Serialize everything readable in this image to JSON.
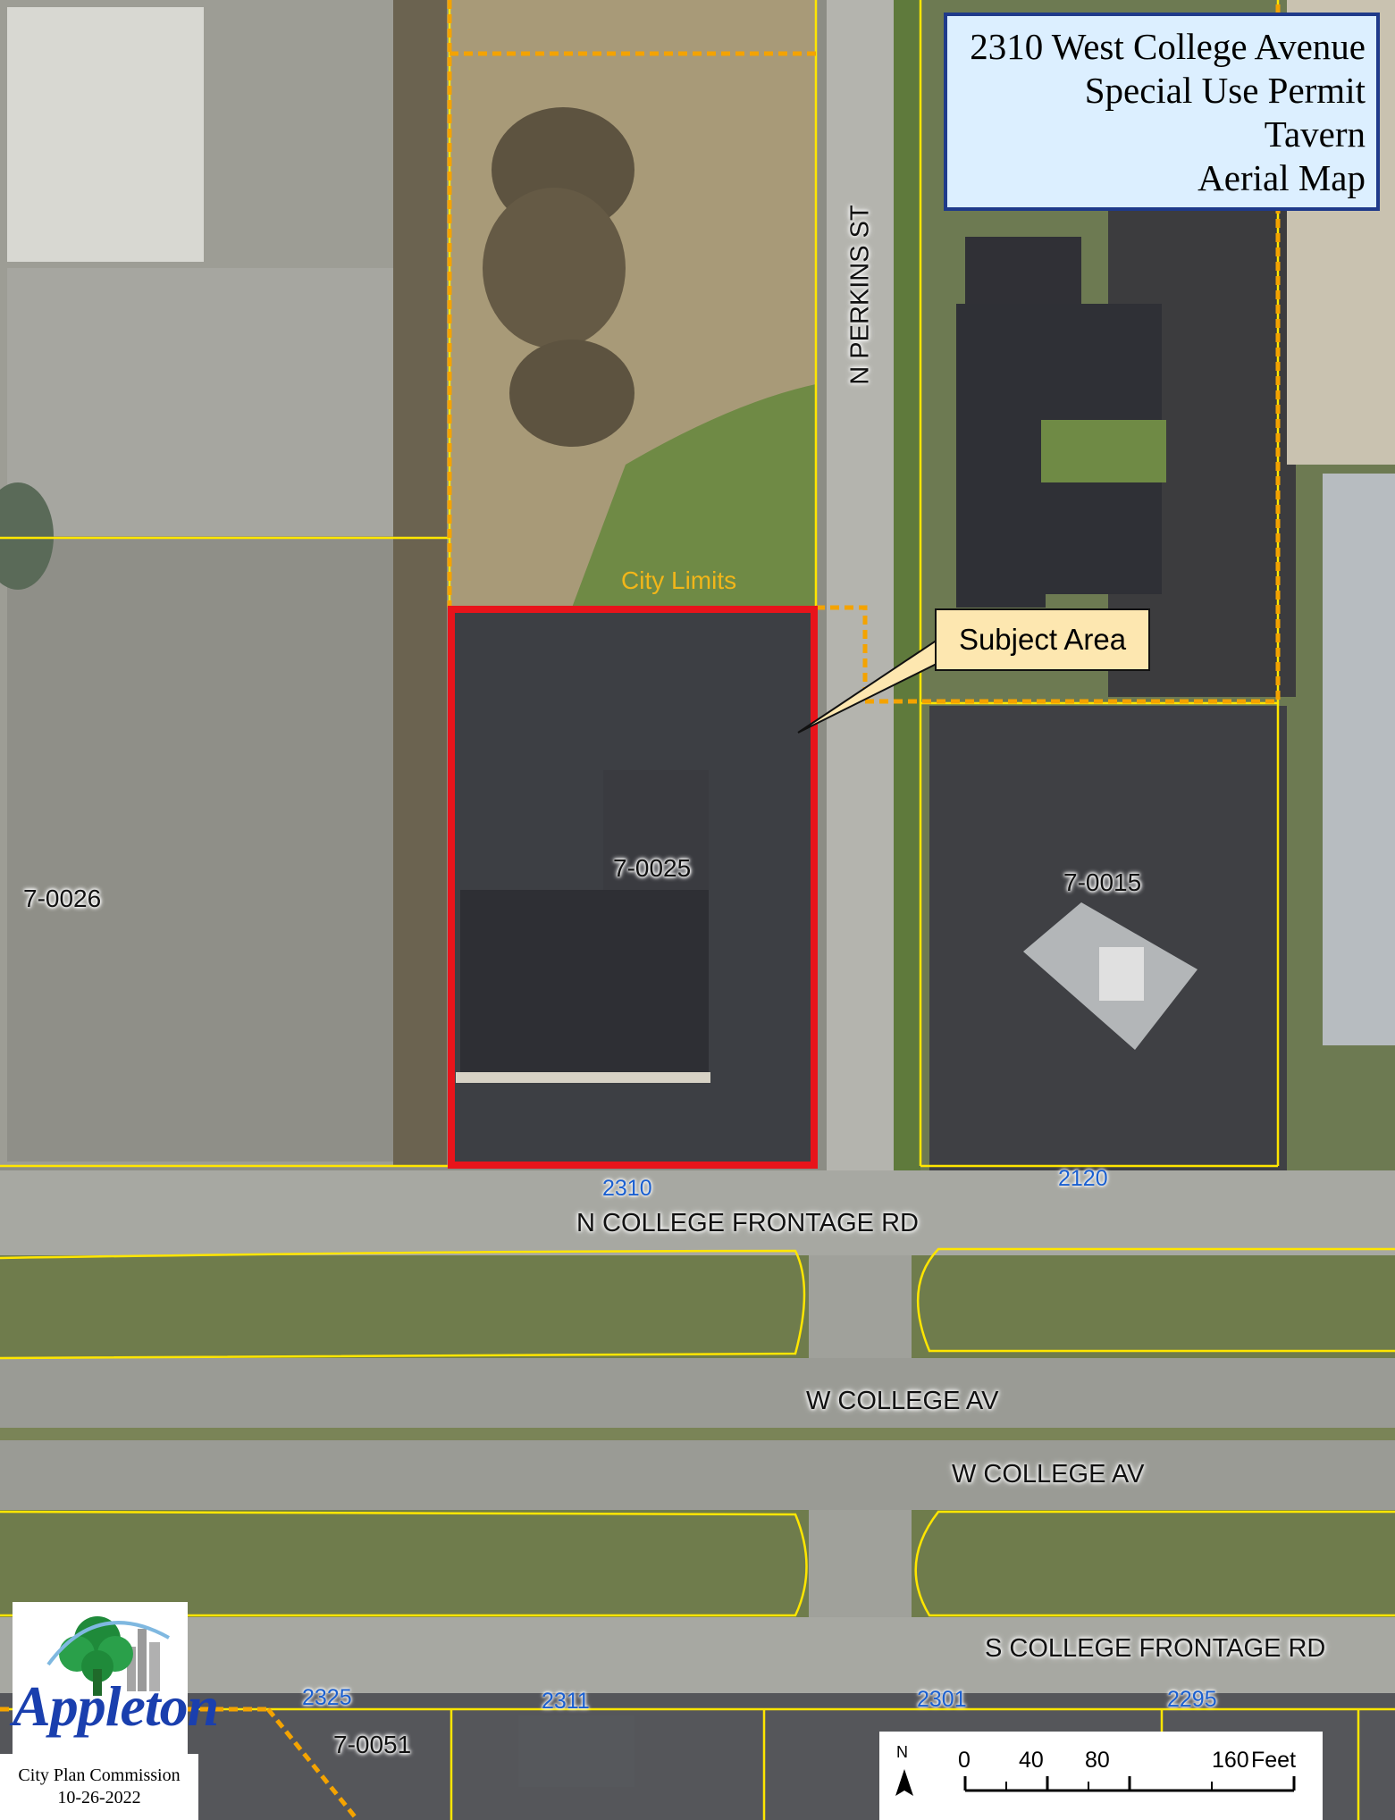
{
  "title": {
    "line1": "2310 West College Avenue",
    "line2": "Special Use Permit",
    "line3": "Tavern",
    "line4": "Aerial Map"
  },
  "roads": {
    "perkins": "N PERKINS ST",
    "north_frontage": "N COLLEGE FRONTAGE RD",
    "college_north": "W COLLEGE AV",
    "college_south": "W COLLEGE AV",
    "south_frontage": "S COLLEGE FRONTAGE RD"
  },
  "parcels": {
    "west": "7-0026",
    "subject": "7-0025",
    "east": "7-0015",
    "southwest": "7-0051"
  },
  "addresses": {
    "subject": "2310",
    "east": "2120",
    "sw": "2325",
    "s1": "2311",
    "s2": "2301",
    "s3": "2295"
  },
  "labels": {
    "city_limits": "City Limits",
    "subject_area": "Subject Area"
  },
  "logo": {
    "name": "Appleton"
  },
  "footer": {
    "commission": "City Plan Commission",
    "date": "10-26-2022"
  },
  "scale": {
    "north": "N",
    "t0": "0",
    "t1": "40",
    "t2": "80",
    "t3": "160",
    "unit": "Feet"
  },
  "colors": {
    "subject_outline": "#e8141b",
    "parcel_lines": "#ffe600",
    "city_limits": "#f4a300",
    "address_text": "#1a5fd0",
    "title_border": "#1f3a8a"
  }
}
